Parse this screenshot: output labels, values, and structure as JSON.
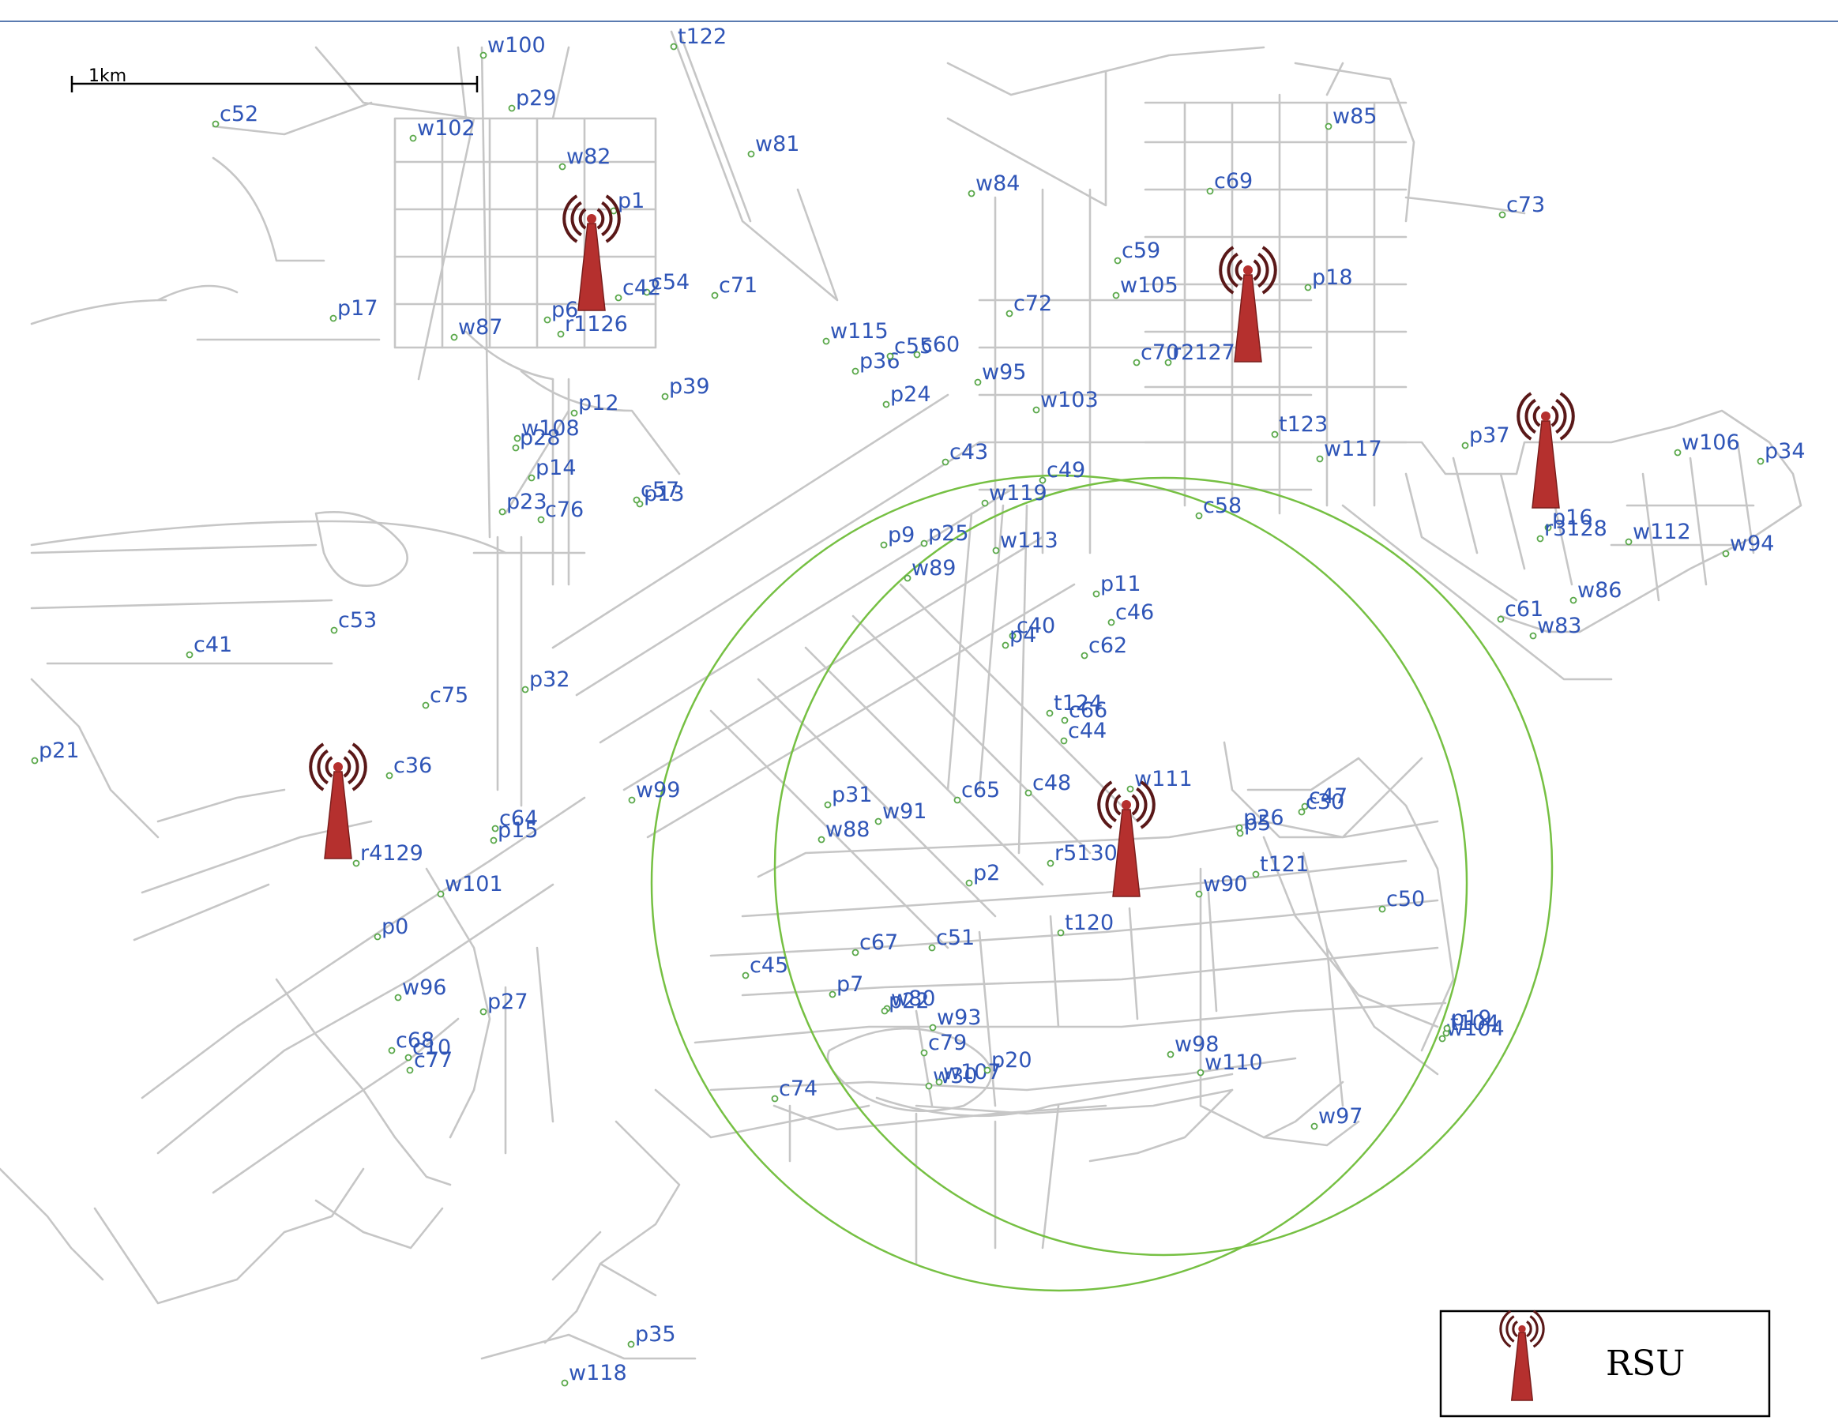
{
  "scale_bar": {
    "label": "1km"
  },
  "legend": {
    "label": "RSU",
    "icon": "radio-tower-icon"
  },
  "colors": {
    "node_label": "#2f55b7",
    "node_marker": "#5aa84a",
    "coverage_circle": "#76c043",
    "rsu_tower": "#b5302e",
    "rsu_waves": "#5a1818",
    "roads": "#c6c6c6",
    "top_rule": "#5a7bb0"
  },
  "nodes": [
    "w100",
    "t122",
    "p29",
    "c52",
    "w102",
    "w82",
    "w81",
    "p1",
    "w84",
    "c69",
    "c73",
    "w85",
    "c54",
    "c42",
    "c71",
    "p6",
    "r1126",
    "p17",
    "w87",
    "w115",
    "p36",
    "c55",
    "c60",
    "w95",
    "c59",
    "w105",
    "c72",
    "c70",
    "r2127",
    "p18",
    "p12",
    "p39",
    "p24",
    "w103",
    "t123",
    "w117",
    "p37",
    "w106",
    "p34",
    "w108",
    "p28",
    "p14",
    "c43",
    "c49",
    "w119",
    "c58",
    "p16",
    "r3128",
    "w112",
    "w94",
    "p23",
    "c76",
    "p13",
    "c57",
    "p9",
    "p25",
    "w113",
    "w89",
    "p11",
    "c46",
    "w86",
    "c61",
    "w83",
    "c53",
    "c41",
    "c40",
    "p4",
    "c62",
    "p32",
    "c75",
    "t124",
    "c66",
    "c44",
    "p21",
    "p35",
    "c36",
    "w99",
    "p31",
    "w88",
    "w91",
    "c65",
    "c48",
    "w111",
    "c47",
    "c30",
    "p26",
    "p5",
    "r4129",
    "c64",
    "p15",
    "r5130",
    "t121",
    "w101",
    "p2",
    "w90",
    "c50",
    "p0",
    "c67",
    "c51",
    "t120",
    "c45",
    "p7",
    "w80",
    "p22",
    "w96",
    "p27",
    "w93",
    "c68",
    "c79",
    "c10",
    "c77",
    "w98",
    "w110",
    "c74",
    "w30",
    "w107",
    "p20",
    "w97",
    "w104",
    "t104",
    "p19",
    "w118"
  ]
}
